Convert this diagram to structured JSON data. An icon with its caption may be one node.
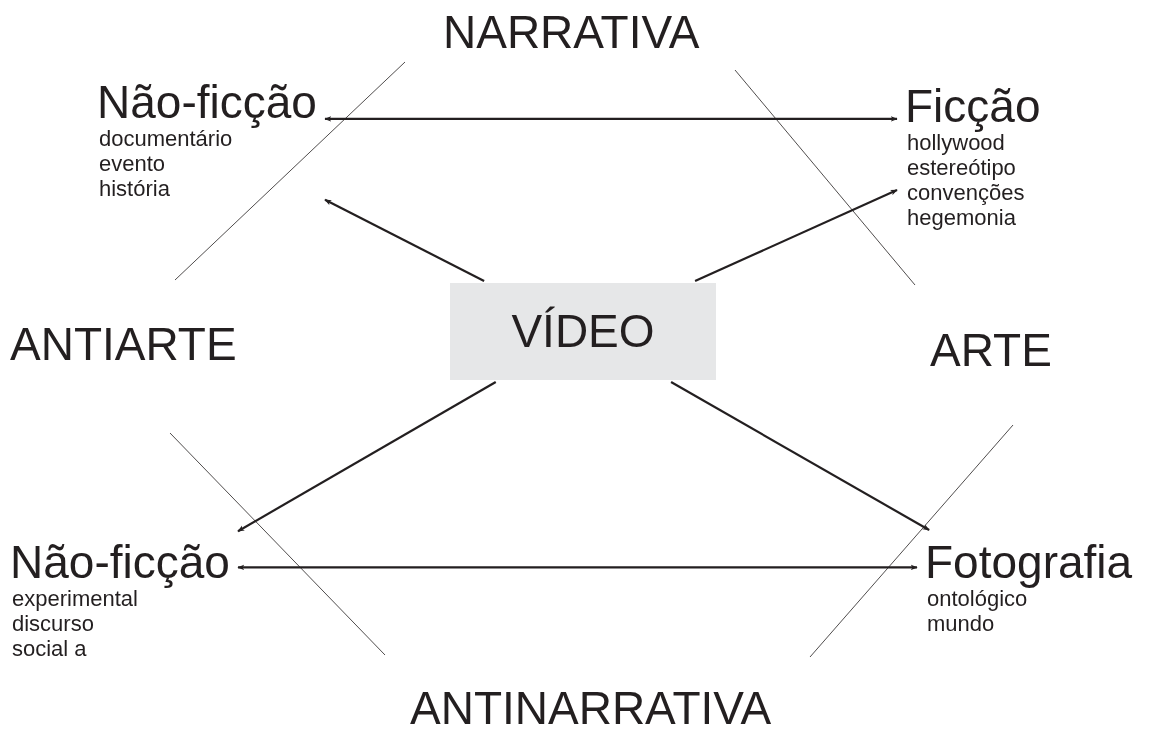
{
  "diagram": {
    "nodes": [
      {
        "text": [
          "NARRATIVA"
        ]
      },
      {
        "text": [
          "Não-ficção",
          "documentário",
          "evento",
          "história"
        ]
      },
      {
        "text": [
          "Ficção",
          "hollywood",
          "estereótipo",
          "convenções",
          "hegemonia"
        ]
      },
      {
        "text": [
          "ANTIARTE"
        ]
      },
      {
        "text": [
          "VÍDEO"
        ]
      },
      {
        "text": [
          "ARTE"
        ]
      },
      {
        "text": [
          "Não-ficção",
          "experimental",
          "discurso",
          "social a"
        ]
      },
      {
        "text": [
          "Fotografia",
          "ontológico",
          "mundo"
        ]
      },
      {
        "text": [
          "ANTINARRATIVA"
        ]
      }
    ],
    "edges": [
      {
        "from": 1,
        "to": 2,
        "arrow": "both"
      },
      {
        "from": 4,
        "to": 1,
        "arrow": "to"
      },
      {
        "from": 4,
        "to": 2,
        "arrow": "to"
      },
      {
        "from": 4,
        "to": 6,
        "arrow": "to"
      },
      {
        "from": 4,
        "to": 7,
        "arrow": "to"
      },
      {
        "from": 6,
        "to": 7,
        "arrow": "both"
      }
    ]
  }
}
